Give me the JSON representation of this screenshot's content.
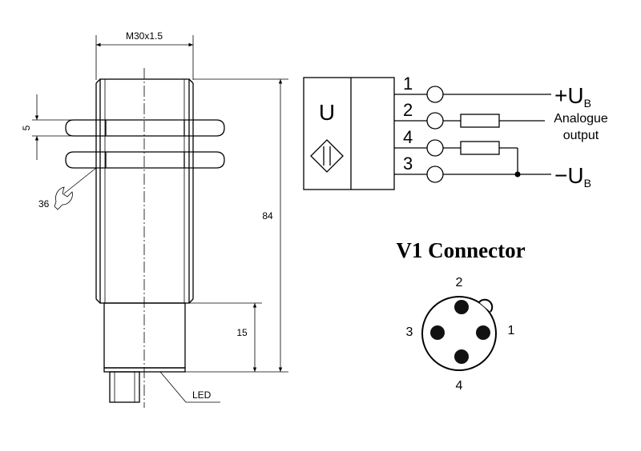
{
  "sensor_drawing": {
    "thread_label": "M30x1.5",
    "nut_thickness_label": "5",
    "wrench_size_label": "36",
    "length_label": "84",
    "cap_length_label": "15",
    "led_label": "LED"
  },
  "wiring": {
    "box_letter": "U",
    "pins": [
      {
        "number": "1"
      },
      {
        "number": "2"
      },
      {
        "number": "4"
      },
      {
        "number": "3"
      }
    ],
    "plus_label": "+U",
    "minus_label": "−U",
    "supply_subscript": "B",
    "analogue_line1": "Analogue",
    "analogue_line2": "output"
  },
  "connector": {
    "title": "V1 Connector",
    "pin_top": "2",
    "pin_left": "3",
    "pin_right": "1",
    "pin_bottom": "4"
  }
}
